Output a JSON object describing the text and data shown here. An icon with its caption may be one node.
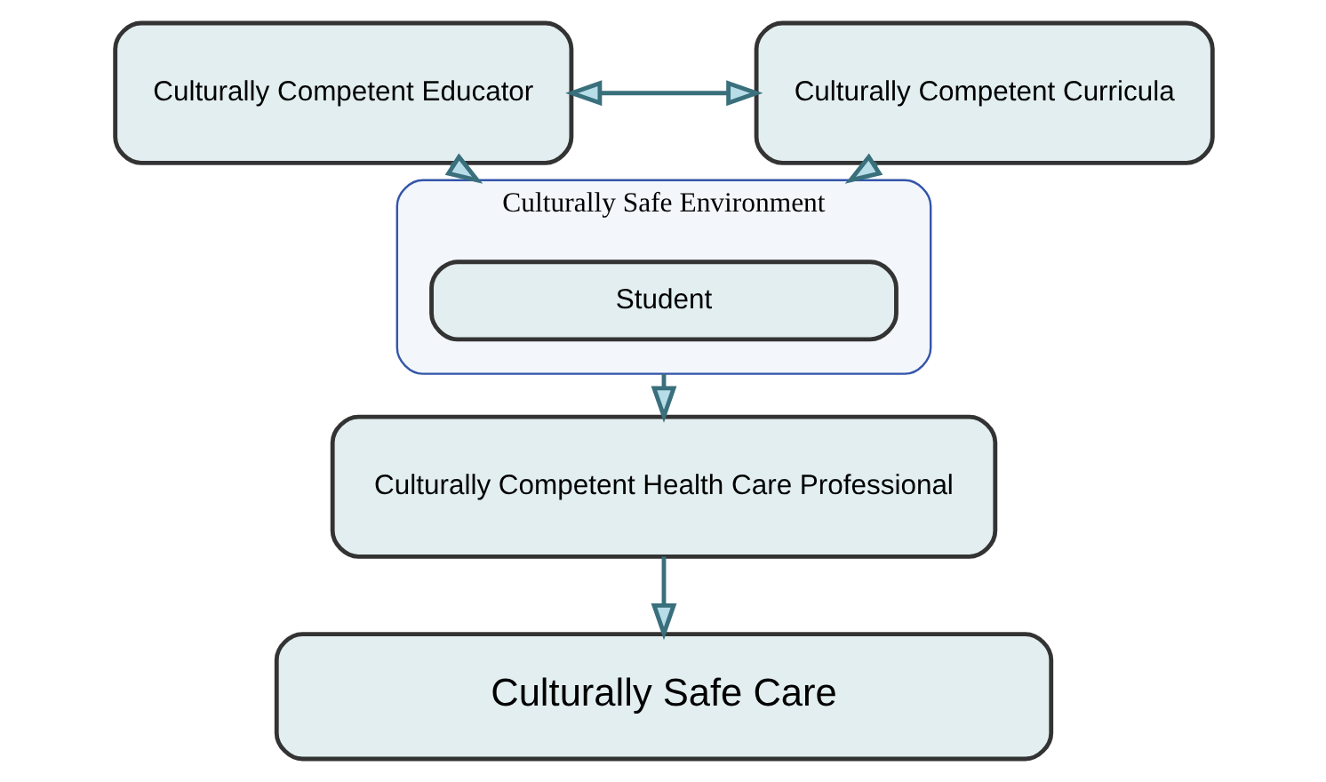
{
  "diagram": {
    "nodes": [
      {
        "text": [
          "Culturally Competent Educator"
        ]
      },
      {
        "text": [
          "Culturally Competent Curricula"
        ]
      },
      {
        "text": [
          "Culturally Safe Environment"
        ]
      },
      {
        "text": [
          "Student"
        ],
        "in": 2
      },
      {
        "text": [
          "Culturally Competent Health Care Professional"
        ]
      },
      {
        "text": [
          "Culturally Safe Care"
        ]
      }
    ],
    "edges": [
      {
        "from": 0,
        "to": 1,
        "arrow": "both"
      },
      {
        "from": 0,
        "to": 2,
        "arrow": "to"
      },
      {
        "from": 1,
        "to": 2,
        "arrow": "to"
      },
      {
        "from": 2,
        "to": 4,
        "arrow": "to"
      },
      {
        "from": 4,
        "to": 5,
        "arrow": "to"
      }
    ]
  }
}
